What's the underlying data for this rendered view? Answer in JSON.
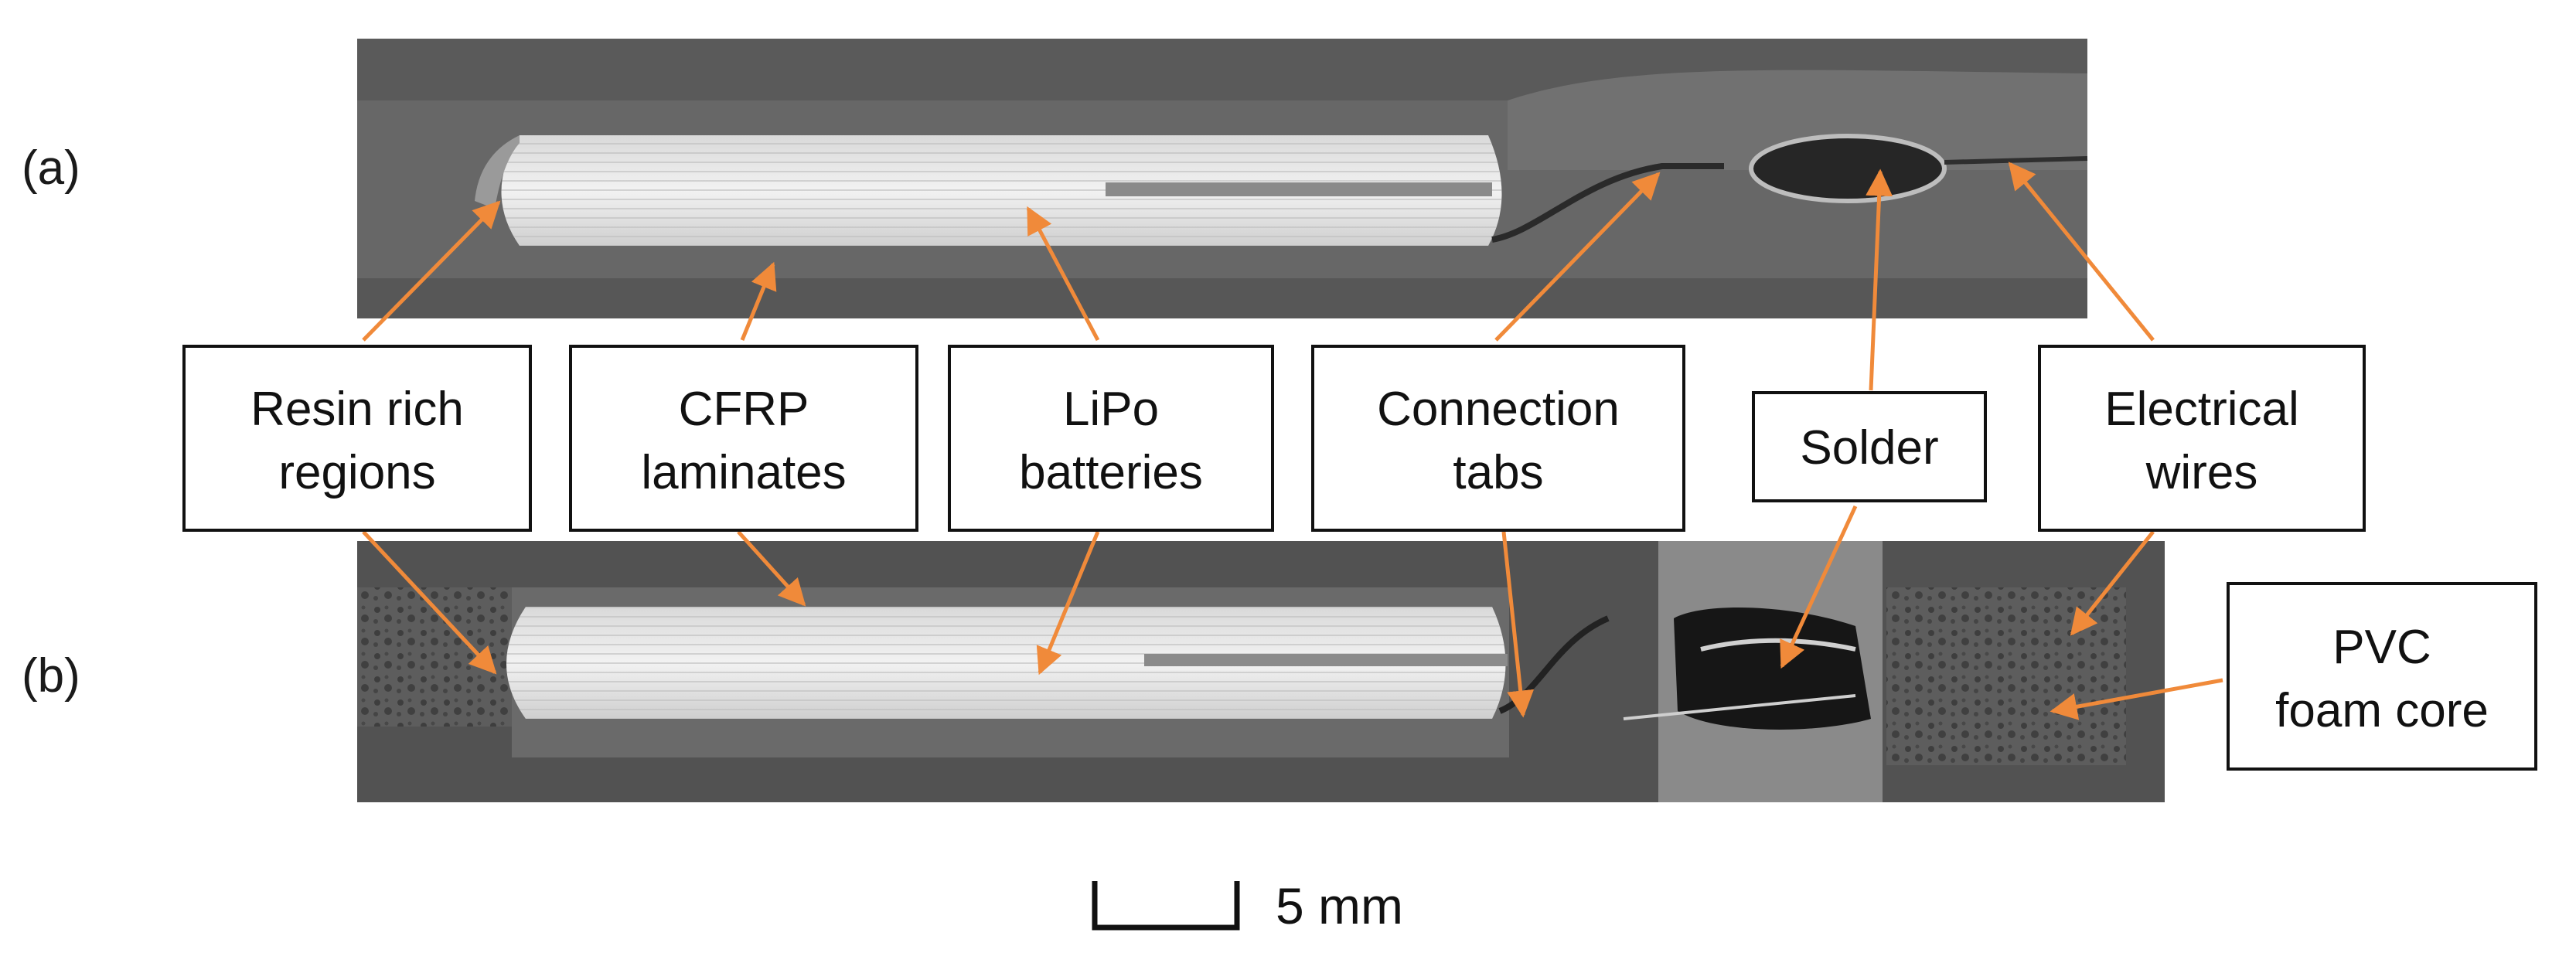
{
  "panels": {
    "a_label": "(a)",
    "b_label": "(b)"
  },
  "callouts": {
    "resin_line1": "Resin rich",
    "resin_line2": "regions",
    "cfrp_line1": "CFRP",
    "cfrp_line2": "laminates",
    "lipo_line1": "LiPo",
    "lipo_line2": "batteries",
    "tabs_line1": "Connection",
    "tabs_line2": "tabs",
    "solder": "Solder",
    "wires_line1": "Electrical",
    "wires_line2": "wires",
    "pvc_line1": "PVC",
    "pvc_line2": "foam core"
  },
  "scale_bar": {
    "label": "5 mm"
  },
  "colors": {
    "arrow": "#f08a3a",
    "background": "#ffffff",
    "scan_dark": "#4a4a4a",
    "scan_mid": "#6e6e6e",
    "battery_bright": "#e8e8e8"
  }
}
